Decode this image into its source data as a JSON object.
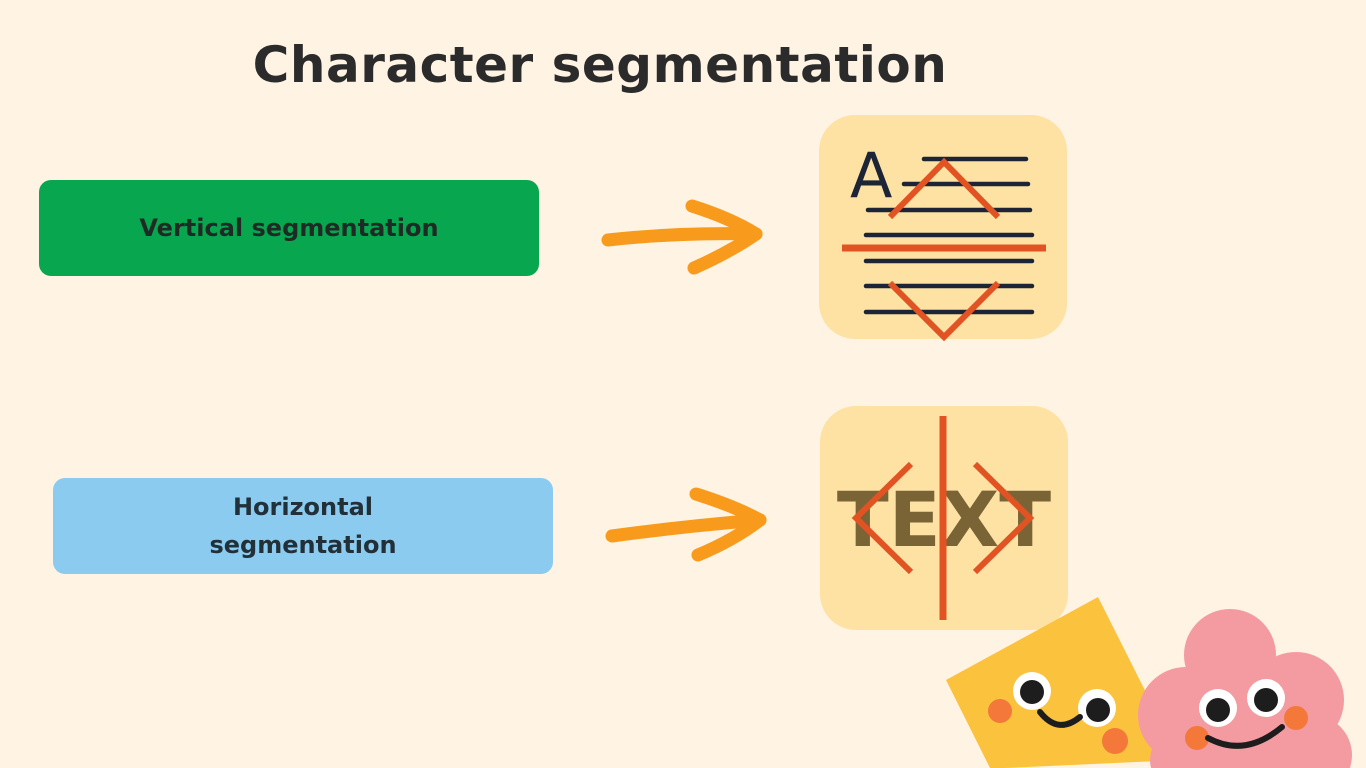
{
  "title": "Character segmentation",
  "vertical": {
    "label": "Vertical segmentation",
    "icon_letter": "A"
  },
  "horizontal": {
    "label": "Horizontal segmentation",
    "icon_text": "TEXT"
  },
  "colors": {
    "background": "#fff3e3",
    "vertical_box": "#08a64f",
    "horizontal_box": "#8acbef",
    "arrow": "#f89a1c",
    "icon_tile": "#fde2a4",
    "accent_red": "#e25324",
    "text_olive": "#7a6436"
  }
}
